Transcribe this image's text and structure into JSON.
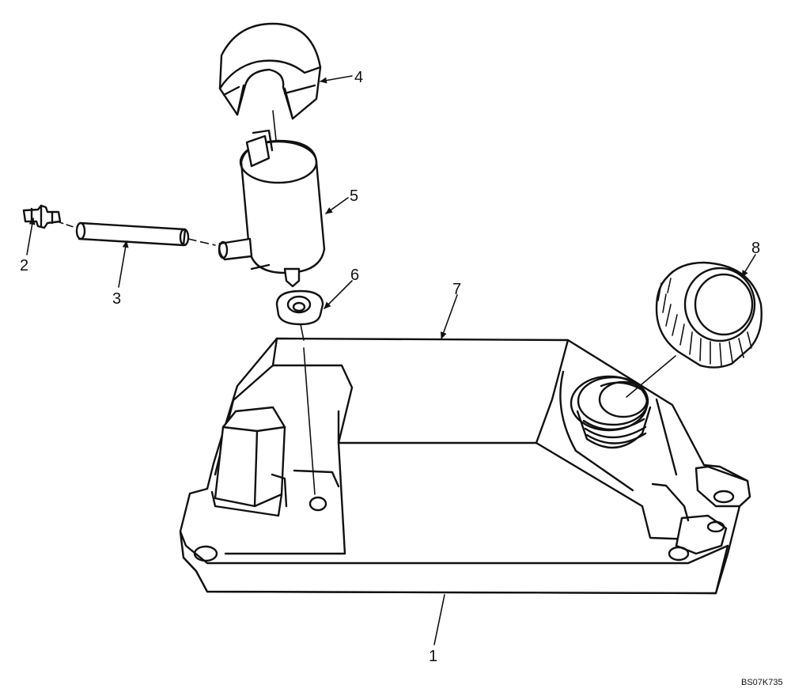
{
  "callouts": {
    "c1": "1",
    "c2": "2",
    "c3": "3",
    "c4": "4",
    "c5": "5",
    "c6": "6",
    "c7": "7",
    "c8": "8"
  },
  "drawing_code": "BS07K735"
}
